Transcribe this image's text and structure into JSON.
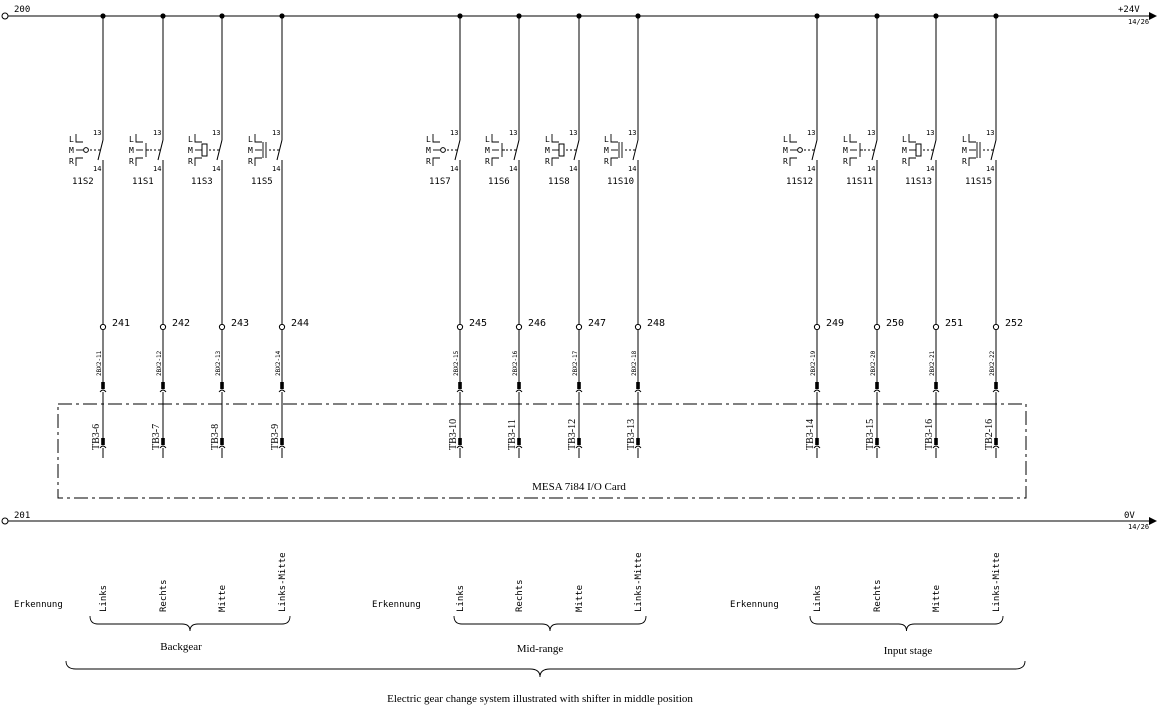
{
  "rails": {
    "top": {
      "left_label": "200",
      "right_label": "+24V",
      "ref": "14/26"
    },
    "bottom": {
      "left_label": "201",
      "right_label": "0V",
      "ref": "14/26"
    }
  },
  "channels": [
    {
      "switch": "11S2",
      "contact_top": "13",
      "contact_bottom": "14",
      "pos": [
        "L",
        "M",
        "R"
      ],
      "wire": "241",
      "terminal": "2BX2-11",
      "tb": "TB3-6",
      "label": "Links",
      "type": "latch"
    },
    {
      "switch": "11S1",
      "contact_top": "13",
      "contact_bottom": "14",
      "pos": [
        "L",
        "M",
        "R"
      ],
      "wire": "242",
      "terminal": "2BX2-12",
      "tb": "TB3-7",
      "label": "Rechts",
      "type": "push"
    },
    {
      "switch": "11S3",
      "contact_top": "13",
      "contact_bottom": "14",
      "pos": [
        "L",
        "M",
        "R"
      ],
      "wire": "243",
      "terminal": "2BX2-13",
      "tb": "TB3-8",
      "label": "Mitte",
      "type": "closed"
    },
    {
      "switch": "11S5",
      "contact_top": "13",
      "contact_bottom": "14",
      "pos": [
        "L",
        "M",
        "R"
      ],
      "wire": "244",
      "terminal": "2BX2-14",
      "tb": "TB3-9",
      "label": "Links-Mitte",
      "type": "wide"
    },
    {
      "switch": "11S7",
      "contact_top": "13",
      "contact_bottom": "14",
      "pos": [
        "L",
        "M",
        "R"
      ],
      "wire": "245",
      "terminal": "2BX2-15",
      "tb": "TB3-10",
      "label": "Links",
      "type": "latch"
    },
    {
      "switch": "11S6",
      "contact_top": "13",
      "contact_bottom": "14",
      "pos": [
        "L",
        "M",
        "R"
      ],
      "wire": "246",
      "terminal": "2BX2-16",
      "tb": "TB3-11",
      "label": "Rechts",
      "type": "push"
    },
    {
      "switch": "11S8",
      "contact_top": "13",
      "contact_bottom": "14",
      "pos": [
        "L",
        "M",
        "R"
      ],
      "wire": "247",
      "terminal": "2BX2-17",
      "tb": "TB3-12",
      "label": "Mitte",
      "type": "closed"
    },
    {
      "switch": "11S10",
      "contact_top": "13",
      "contact_bottom": "14",
      "pos": [
        "L",
        "M",
        "R"
      ],
      "wire": "248",
      "terminal": "2BX2-18",
      "tb": "TB3-13",
      "label": "Links-Mitte",
      "type": "wide"
    },
    {
      "switch": "11S12",
      "contact_top": "13",
      "contact_bottom": "14",
      "pos": [
        "L",
        "M",
        "R"
      ],
      "wire": "249",
      "terminal": "2BX2-19",
      "tb": "TB3-14",
      "label": "Links",
      "type": "latch"
    },
    {
      "switch": "11S11",
      "contact_top": "13",
      "contact_bottom": "14",
      "pos": [
        "L",
        "M",
        "R"
      ],
      "wire": "250",
      "terminal": "2BX2-20",
      "tb": "TB3-15",
      "label": "Rechts",
      "type": "push"
    },
    {
      "switch": "11S13",
      "contact_top": "13",
      "contact_bottom": "14",
      "pos": [
        "L",
        "M",
        "R"
      ],
      "wire": "251",
      "terminal": "2BX2-21",
      "tb": "TB3-16",
      "label": "Mitte",
      "type": "closed"
    },
    {
      "switch": "11S15",
      "contact_top": "13",
      "contact_bottom": "14",
      "pos": [
        "L",
        "M",
        "R"
      ],
      "wire": "252",
      "terminal": "2BX2-22",
      "tb": "TB2-16",
      "label": "Links-Mitte",
      "type": "wide"
    }
  ],
  "card_label": "MESA 7i84 I/O Card",
  "groups": [
    {
      "erkennung": "Erkennung",
      "name": "Backgear"
    },
    {
      "erkennung": "Erkennung",
      "name": "Mid-range"
    },
    {
      "erkennung": "Erkennung",
      "name": "Input stage"
    }
  ],
  "caption": "Electric gear change system illustrated with shifter in middle position"
}
